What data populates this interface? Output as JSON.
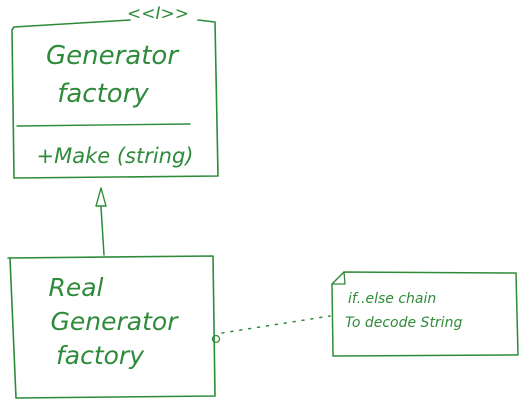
{
  "diagram": {
    "ink_color": "#2e8b3a",
    "interface_box": {
      "stereotype": "<<I>>",
      "name_lines": [
        "Generator",
        "factory"
      ],
      "method": "+Make (string)"
    },
    "impl_box": {
      "name_lines": [
        "Real",
        "Generator",
        "factory"
      ]
    },
    "note": {
      "lines": [
        "if..else chain",
        "To decode String"
      ]
    },
    "relations": [
      {
        "type": "realization",
        "from": "impl_box",
        "to": "interface_box"
      },
      {
        "type": "note-link",
        "from": "impl_box",
        "to": "note"
      }
    ]
  }
}
